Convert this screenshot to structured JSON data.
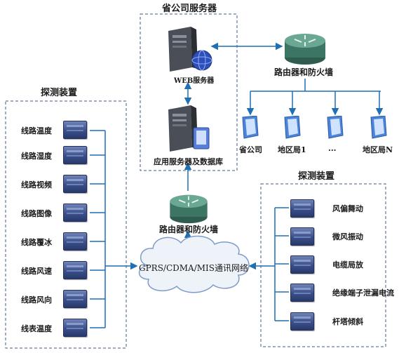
{
  "top_title": "省公司服务器",
  "web_server_label": "WEB服务器",
  "app_server_label": "应用服务器及数据库",
  "router_top_label": "路由器和防火墙",
  "router_mid_label": "路由器和防火墙",
  "cloud_label": "GPRS/CDMA/MIS通讯网络",
  "left_section_title": "探测装置",
  "right_section_title": "探测装置",
  "left_devices": [
    "线路温度",
    "线路湿度",
    "线路视频",
    "线路图像",
    "线路覆冰",
    "线路风速",
    "线路风向",
    "线表温度"
  ],
  "right_devices": [
    "风偏舞动",
    "微风振动",
    "电缆局放",
    "绝缘端子泄漏电流",
    "杆塔倾斜"
  ],
  "clients": [
    "省公司",
    "地区局1",
    "...",
    "地区局N"
  ],
  "colors": {
    "wire": "#1f6fb5",
    "dashed_box": "#3c5a8a",
    "device": "#3a4f8a"
  }
}
